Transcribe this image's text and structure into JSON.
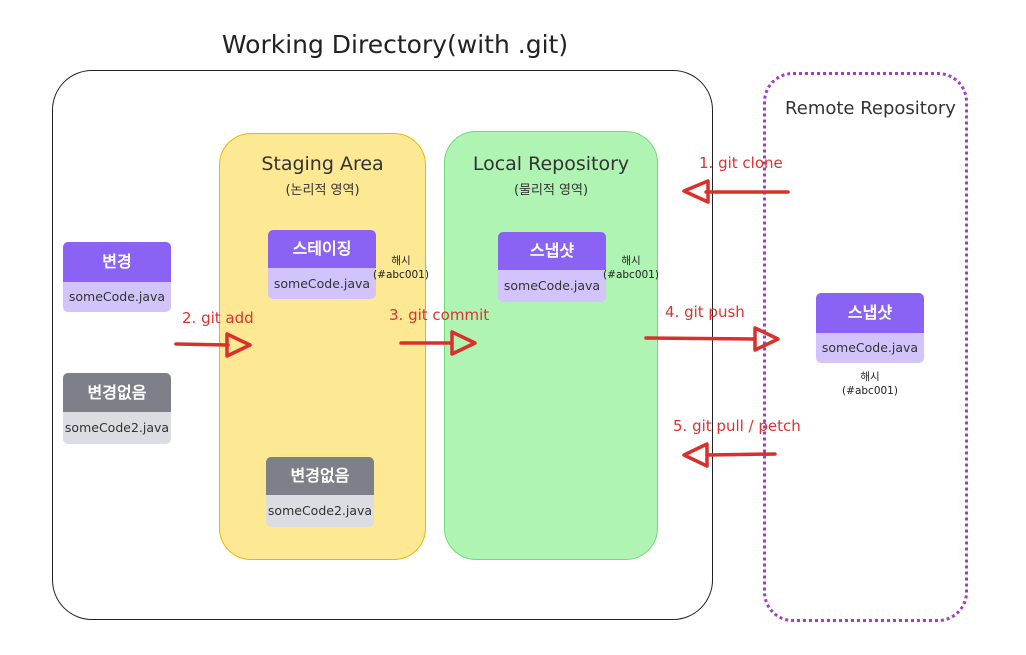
{
  "title": "Working Directory(with .git)",
  "remote": {
    "title": "Remote Repository"
  },
  "staging": {
    "title": "Staging Area",
    "subtitle": "(논리적 영역)"
  },
  "local": {
    "title": "Local Repository",
    "subtitle": "(물리적 영역)"
  },
  "cards": {
    "wd_changed": {
      "label": "변경",
      "file": "someCode.java"
    },
    "wd_unchanged": {
      "label": "변경없음",
      "file": "someCode2.java"
    },
    "stage_changed": {
      "label": "스테이징",
      "file": "someCode.java"
    },
    "stage_unchanged": {
      "label": "변경없음",
      "file": "someCode2.java"
    },
    "local_snapshot": {
      "label": "스냅샷",
      "file": "someCode.java"
    },
    "remote_snapshot": {
      "label": "스냅샷",
      "file": "someCode.java"
    }
  },
  "hashes": {
    "staging": {
      "label": "해시",
      "value": "(#abc001)"
    },
    "local": {
      "label": "해시",
      "value": "(#abc001)"
    },
    "remote": {
      "label": "해시",
      "value": "(#abc001)"
    }
  },
  "commands": {
    "clone": "1. git clone",
    "add": "2. git add",
    "commit": "3. git commit",
    "push": "4. git push",
    "pull": "5. git pull / petch"
  },
  "colors": {
    "arrow": "#d9302b",
    "purple_head": "#8a63f5",
    "purple_body": "#d2c4fb",
    "gray_head": "#7d8088",
    "gray_body": "#dbdde2",
    "staging_fill": "#fde894",
    "local_fill": "#b0f4b4",
    "remote_border": "#a33bc9"
  }
}
